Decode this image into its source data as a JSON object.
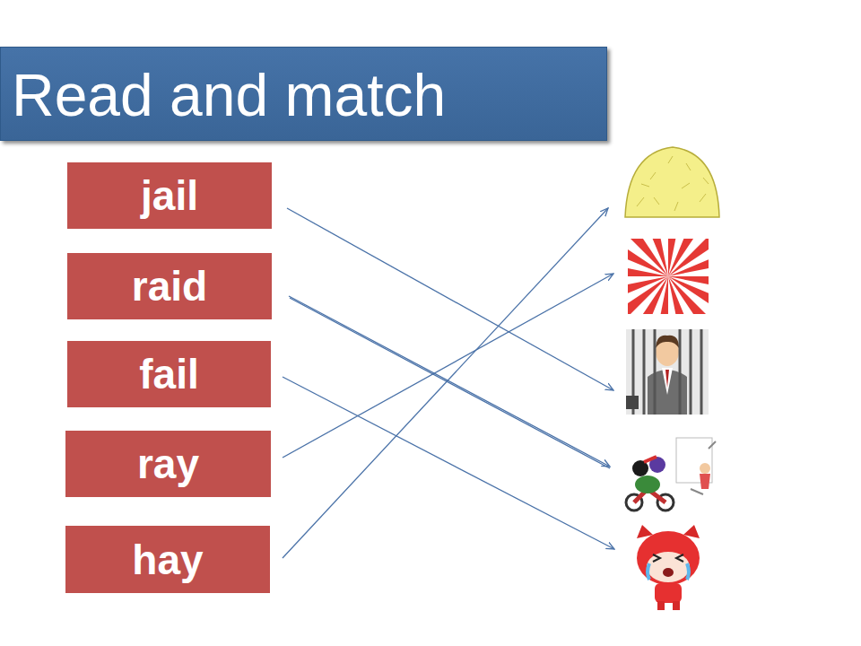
{
  "diagram": {
    "title": "Read and match",
    "nodes": [
      {
        "text": [
          "jail"
        ]
      },
      {
        "text": [
          "raid"
        ]
      },
      {
        "text": [
          "fail"
        ]
      },
      {
        "text": [
          "ray"
        ]
      },
      {
        "text": [
          "hay"
        ]
      }
    ]
  }
}
